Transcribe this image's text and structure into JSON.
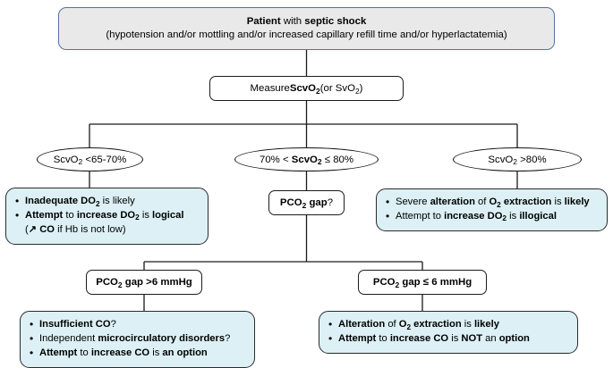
{
  "diagram": {
    "title": "Septic shock ScvO2 / PCO2 gap decision algorithm",
    "colors": {
      "header_fill": "#e9e9e9",
      "header_border": "#5670a8",
      "info_fill": "#dcf0f5",
      "info_border": "#2b2b2b",
      "line": "#1a1a1a",
      "node_fill": "#ffffff",
      "node_border": "#1c1c1c"
    },
    "header": {
      "line1_plain_a": "Patient",
      "line1_bold_a": "Patient",
      "line1_mid": " with ",
      "line1_bold_b": "septic shock",
      "line2": "(hypotension and/or mottling and/or increased capillary refill time and/or hyperlactatemia)"
    },
    "measure_node": {
      "prefix": "Measure ",
      "bold": "ScvO",
      "bold_sub": "2",
      "suffix_a": " (or SvO",
      "suffix_sub": "2",
      "suffix_b": ")"
    },
    "branches": {
      "left": {
        "label_a": "ScvO",
        "label_sub": "2",
        "label_b": " <65-70%"
      },
      "middle": {
        "label_a": "70% < ",
        "label_bold": "ScvO",
        "label_sub": "2",
        "label_b": " ≤ 80%"
      },
      "right": {
        "label_a": "ScvO",
        "label_sub": "2",
        "label_b": " >80%"
      }
    },
    "left_info": {
      "bullet": "•",
      "items": [
        {
          "bold_a": "Inadequate DO",
          "sub_a": "2",
          "plain_b": " is likely"
        },
        {
          "bold_a": "Attempt",
          "plain_a": " to ",
          "bold_b": "increase DO",
          "sub_b": "2",
          "plain_b": " is ",
          "bold_c": "logical"
        }
      ],
      "subnote_open": "(",
      "subnote_arrow": "↗",
      "subnote_bold": " CO",
      "subnote_rest": " if Hb is not low)"
    },
    "right_info": {
      "bullet": "•",
      "items": [
        {
          "plain_a": "Severe ",
          "bold_a": "alteration",
          "plain_b": " of ",
          "bold_b": "O",
          "sub_b": "2",
          "bold_b2": " extraction",
          "plain_c": " is ",
          "bold_c": "likely"
        },
        {
          "plain_a": "Attempt to ",
          "bold_a": "increase DO",
          "sub_a": "2",
          "plain_b": " is ",
          "bold_b": "illogical"
        }
      ]
    },
    "pco2_gap_node": {
      "bold_a": "PCO",
      "sub_a": "2",
      "bold_b": " gap",
      "plain": "?"
    },
    "pco2_high_node": {
      "bold_a": "PCO",
      "sub_a": "2",
      "bold_b": " gap >6 mmHg"
    },
    "pco2_low_node": {
      "bold_a": "PCO",
      "sub_a": "2",
      "bold_b": " gap ≤ 6 mmHg"
    },
    "bottom_left_info": {
      "bullet": "•",
      "items": [
        {
          "bold_a": "Insufficient CO",
          "plain_b": "?"
        },
        {
          "plain_a": "Independent ",
          "bold_a": "microcirculatory disorders",
          "plain_b": "?"
        },
        {
          "bold_a": "Attempt",
          "plain_a": " to ",
          "bold_b": "increase CO",
          "plain_b": " is ",
          "bold_c": "an option"
        }
      ]
    },
    "bottom_right_info": {
      "bullet": "•",
      "items": [
        {
          "bold_a": "Alteration",
          "plain_a": " of ",
          "bold_b": "O",
          "sub_b": "2",
          "bold_b2": " extraction",
          "plain_b": " is ",
          "bold_c": "likely"
        },
        {
          "bold_a": "Attempt",
          "plain_a": " to ",
          "bold_b": "increase CO",
          "plain_b": " is ",
          "bold_c": "NOT",
          "plain_c": " an ",
          "bold_d": "option"
        }
      ]
    }
  }
}
